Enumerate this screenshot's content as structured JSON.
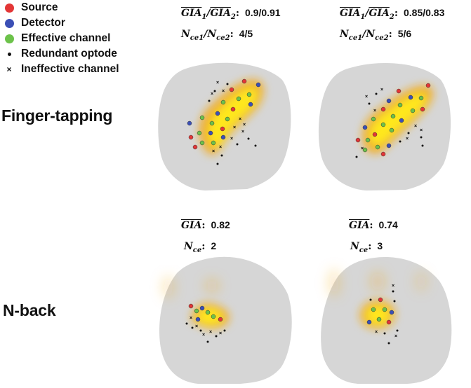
{
  "legend": [
    {
      "label": "Source",
      "symbol": "red-dot",
      "color": "#e33636"
    },
    {
      "label": "Detector",
      "symbol": "blue-dot",
      "color": "#3b4fb5"
    },
    {
      "label": "Effective channel",
      "symbol": "green-dot",
      "color": "#6cc24a"
    },
    {
      "label": "Redundant optode",
      "symbol": "black-dot",
      "color": "#111111"
    },
    {
      "label": "Ineffective channel",
      "symbol": "x-mark",
      "color": "#111111"
    }
  ],
  "tasks": {
    "finger_tapping": {
      "label": "Finger-tapping",
      "panel1": {
        "gia_label": "GIA",
        "gia_value": "0.9/0.91",
        "nce_value": "4/5"
      },
      "panel2": {
        "gia_label": "GIA",
        "gia_value": "0.85/0.83",
        "nce_value": "5/6"
      }
    },
    "n_back": {
      "label": "N-back",
      "panel1": {
        "gia_value": "0.82",
        "nce_value": "2"
      },
      "panel2": {
        "gia_value": "0.74",
        "nce_value": "3"
      }
    }
  },
  "symbols": {
    "gia": "GIA",
    "sub1": "1",
    "sub2": "2",
    "n": "N",
    "ce": "ce",
    "ce1": "ce1",
    "ce2": "ce2",
    "slash": "/",
    "colon": ":"
  },
  "colors": {
    "head": "#d6d6d6",
    "heat_core": "#ffe81a",
    "heat_edge": "#f2a81b",
    "source": "#e33636",
    "detector": "#3b4fb5",
    "effective": "#6cc24a"
  }
}
